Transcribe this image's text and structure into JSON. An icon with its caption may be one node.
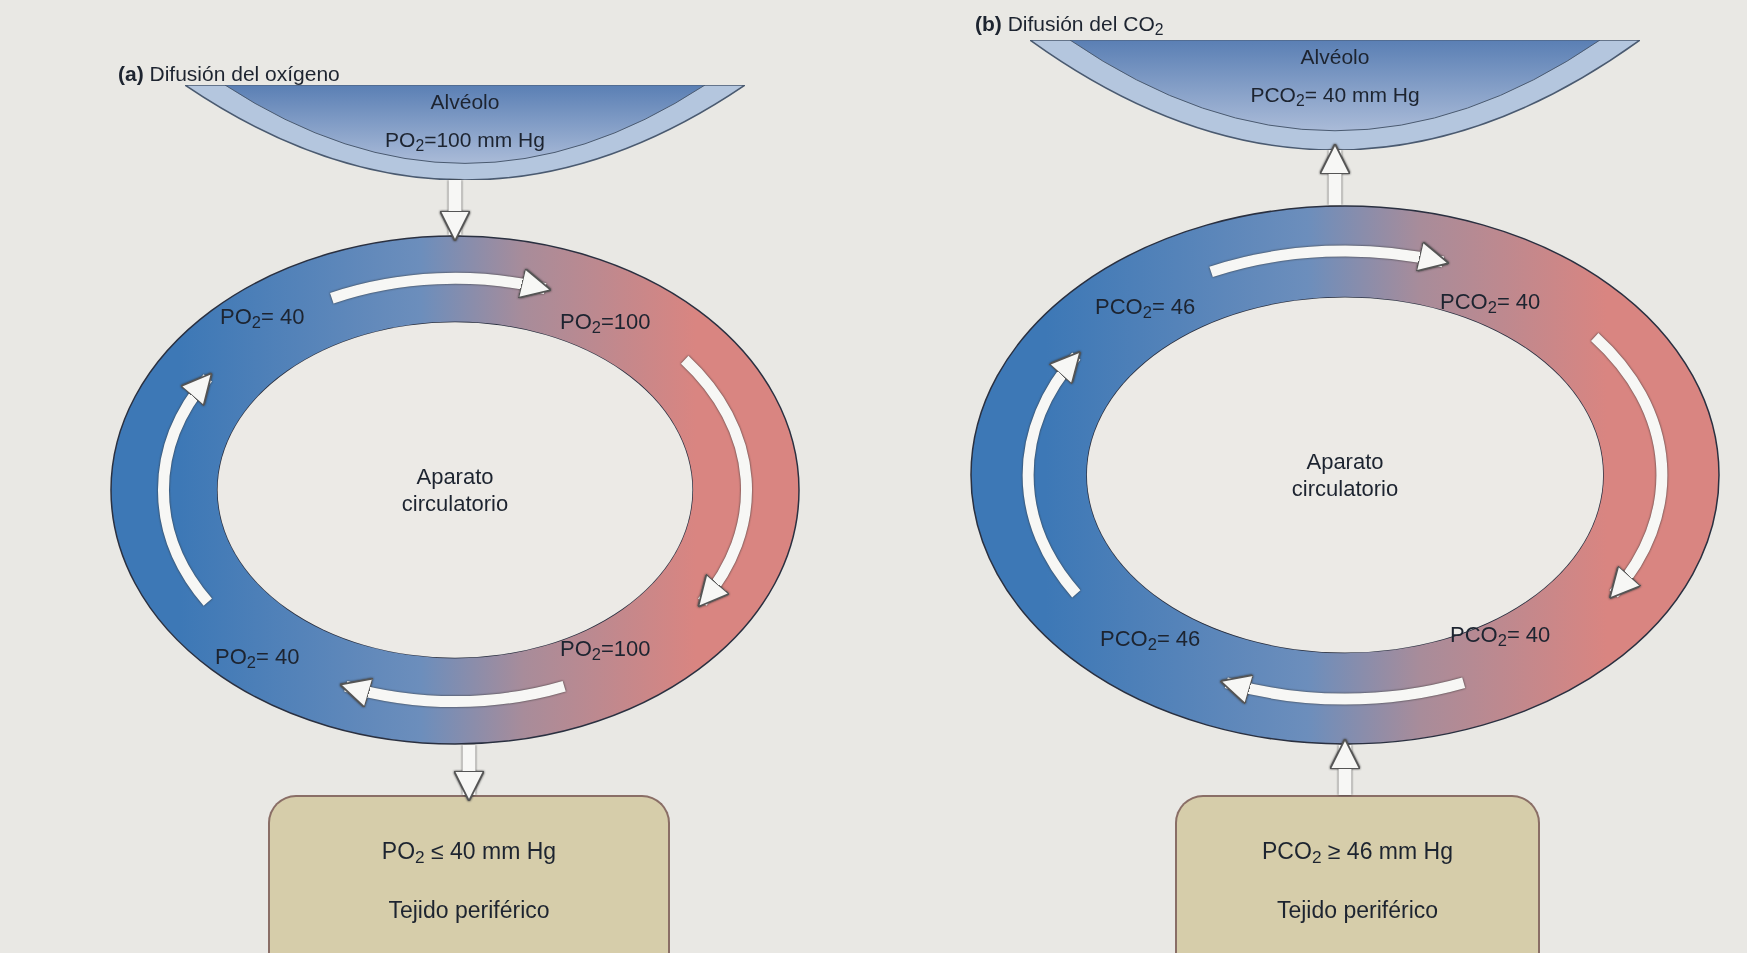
{
  "diagram": {
    "nodes": [
      {
        "text": [
          "Alvéolo",
          "PO$_{2}$=100 mm Hg"
        ]
      },
      {
        "text": [
          "Aparato circulatorio"
        ]
      },
      {
        "text": [
          "PO$_{2}$ ≤ 40 mm Hg",
          "Tejido periférico"
        ]
      },
      {
        "text": [
          "Alvéolo",
          "PCO$_{2}$= 40 mm Hg"
        ]
      },
      {
        "text": [
          "Aparato circulatorio"
        ]
      },
      {
        "text": [
          "PCO$_{2}$ ≥ 46 mm Hg",
          "Tejido periférico"
        ]
      }
    ],
    "edges": [
      {
        "from": 0,
        "to": 1,
        "arrow": "to"
      },
      {
        "from": 1,
        "to": 2,
        "arrow": "to"
      },
      {
        "from": 4,
        "to": 3,
        "arrow": "to"
      },
      {
        "from": 5,
        "to": 4,
        "arrow": "to"
      }
    ],
    "labels": [
      "**(a)** Difusión del oxígeno",
      "PO$_{2}$= 40",
      "PO$_{2}$=100",
      "PO$_{2}$= 40",
      "PO$_{2}$=100",
      "**(b)** Difusión del CO$_{2}$",
      "PCO$_{2}$= 46",
      "PCO$_{2}$= 40",
      "PCO$_{2}$= 46",
      "PCO$_{2}$= 40"
    ]
  }
}
